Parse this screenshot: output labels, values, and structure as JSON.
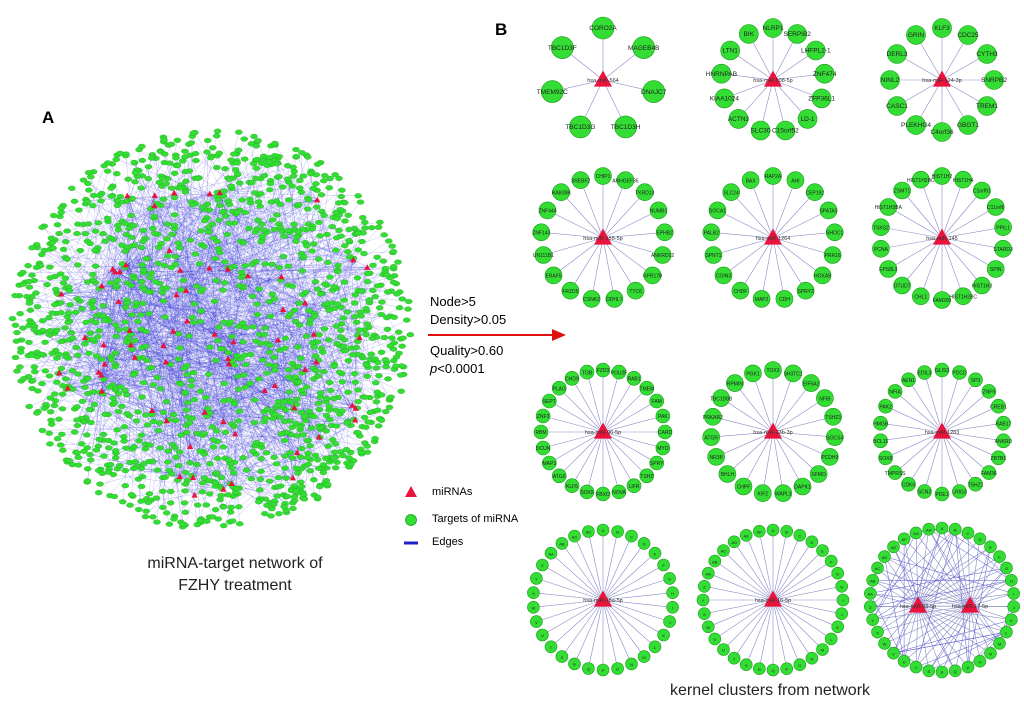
{
  "panels": {
    "a": "A",
    "b": "B"
  },
  "criteria": {
    "node": "Node>5",
    "density": "Density>0.05",
    "quality": "Quality>0.60",
    "p_italic": "p",
    "p_value": "<0.0001"
  },
  "legend": {
    "mirna": "miRNAs",
    "targets": "Targets of miRNA",
    "edges": "Edges"
  },
  "network_caption": {
    "line1": "miRNA-target network of",
    "line2": "FZHY treatment"
  },
  "clusters_caption": "kernel clusters from network",
  "colors": {
    "node": "#33dd33",
    "node_stroke": "#1a9a1a",
    "mirna": "#e8143c",
    "edge": "#3a3ad8",
    "arrow": "#e01010"
  },
  "clusters": [
    {
      "center": "hsa-miR-564",
      "targets": [
        "CORO2A",
        "MAGEB4B",
        "DNAJC7",
        "TBC1D3H",
        "TBC1D3G",
        "TMEM92C",
        "TBC1D3F"
      ]
    },
    {
      "center": "hsa-miR-508-5p",
      "targets": [
        "NLRP1",
        "SERPIB2",
        "LHFPL2-1",
        "ZNF474",
        "ZFP36L1",
        "LD-1",
        "C15orf52",
        "SLC30",
        "ACTN3",
        "KIAA1024",
        "HNRNPAB",
        "LTN1",
        "BIK"
      ]
    },
    {
      "center": "hsa-miR-124-3p",
      "targets": [
        "KLF3",
        "CDC25",
        "CYTH3",
        "SNRPB2",
        "TREM1",
        "GBGT1",
        "C4orf36",
        "PLEKHG4",
        "CASC1",
        "NINL2",
        "DERL3",
        "GRIN"
      ]
    },
    {
      "center": "hsa-miR-155-5p",
      "targets": [
        "CHIP1",
        "ARHGEF35",
        "TKRD13",
        "NUMB1",
        "EPHB2",
        "ANKRD12",
        "GPR17B",
        "TTC6",
        "DDHL7",
        "CSNK2",
        "FRZD5",
        "ERAF5",
        "UN111B1",
        "ZNF143",
        "ZNF444",
        "RAB39B",
        "SREBF2"
      ]
    },
    {
      "center": "hsa-miR-1264",
      "targets": [
        "RAP2A",
        "AHI",
        "CEP192",
        "SPATA3",
        "SHOC1",
        "PRR16",
        "HOXA9",
        "SPRY2",
        "CDH",
        "MAP2",
        "CHDF",
        "COIN3",
        "SPNT1",
        "PALB2",
        "SOCA1",
        "SLC24",
        "BAX"
      ]
    },
    {
      "center": "hsa-miR-145",
      "targets": [
        "HIST1H2",
        "HIST1H4",
        "C1orf61",
        "C11orf6",
        "PPIL1",
        "STARD3",
        "SPIN",
        "HIST1H3",
        "HIST1H2BC",
        "FAM200",
        "CHL1",
        "OTUD7",
        "EPS8L3",
        "PCNA",
        "TSKS2",
        "HIST1H2BA",
        "ZSMT1",
        "HIST1H2BC"
      ]
    },
    {
      "center": "hsa-miR-96-5p",
      "targets": [
        "FZD3",
        "POU2F",
        "RAB1",
        "TMEM",
        "FAM",
        "PAK",
        "CARD",
        "MYO",
        "SPRY",
        "TSHZ",
        "LIFR",
        "NOVA",
        "FBXO",
        "SOX5",
        "KLF5",
        "ATG5",
        "MAP3",
        "DCUN",
        "RBM",
        "ZNF3",
        "SEPT",
        "PLAG",
        "CHD9",
        "TOB"
      ]
    },
    {
      "center": "hsa-miR-23b-3p",
      "targets": [
        "TOX3",
        "SH3TC1",
        "EIF5A2",
        "NFIB",
        "TSHZ3",
        "SOCS4",
        "PCDH9",
        "SFMO",
        "DAPK1",
        "WAPL1",
        "KIF2",
        "CHPF",
        "BHLH",
        "NR3B",
        "ATGR",
        "PRKAR2",
        "TBC1D8B",
        "RPMIN",
        "PGK1"
      ]
    },
    {
      "center": "hsa-miR-1283",
      "targets": [
        "GLIS3",
        "PDCD",
        "SP3",
        "ZNF9",
        "CREB1",
        "RAB17",
        "ANKRD",
        "ZBTB1",
        "FAM36",
        "TSHZ1",
        "LRIG3",
        "PDE1",
        "SCN2",
        "CDK6",
        "TMPRSS",
        "SOX8",
        "BCL11",
        "HMGB",
        "PAK2",
        "NFIA",
        "AEN1",
        "EDIL3"
      ]
    },
    {
      "center": "hsa-miR-15a-5p",
      "targets": [
        "A",
        "B",
        "C",
        "D",
        "E",
        "F",
        "G",
        "H",
        "I",
        "J",
        "K",
        "L",
        "M",
        "N",
        "O",
        "P",
        "Q",
        "R",
        "S",
        "T",
        "U",
        "V",
        "W",
        "X",
        "Y",
        "Z",
        "AA",
        "AB",
        "AC",
        "AD"
      ]
    },
    {
      "center": "hsa-miR-16-5p",
      "targets": [
        "A",
        "B",
        "C",
        "D",
        "E",
        "F",
        "G",
        "H",
        "I",
        "J",
        "K",
        "L",
        "M",
        "N",
        "O",
        "P",
        "Q",
        "R",
        "S",
        "T",
        "U",
        "V",
        "W",
        "X",
        "Y",
        "Z",
        "AA",
        "AB",
        "AC",
        "AD",
        "AE",
        "AF"
      ]
    },
    {
      "center": "hsa-miR-93-5p",
      "center2": "hsa-miR-17-5p",
      "targets": [
        "A",
        "B",
        "C",
        "D",
        "E",
        "F",
        "G",
        "H",
        "I",
        "J",
        "K",
        "L",
        "M",
        "N",
        "O",
        "P",
        "Q",
        "R",
        "S",
        "T",
        "U",
        "V",
        "W",
        "X",
        "Y",
        "Z",
        "AA",
        "AB",
        "AC",
        "AD",
        "AE",
        "AF",
        "AG",
        "AH"
      ]
    }
  ]
}
